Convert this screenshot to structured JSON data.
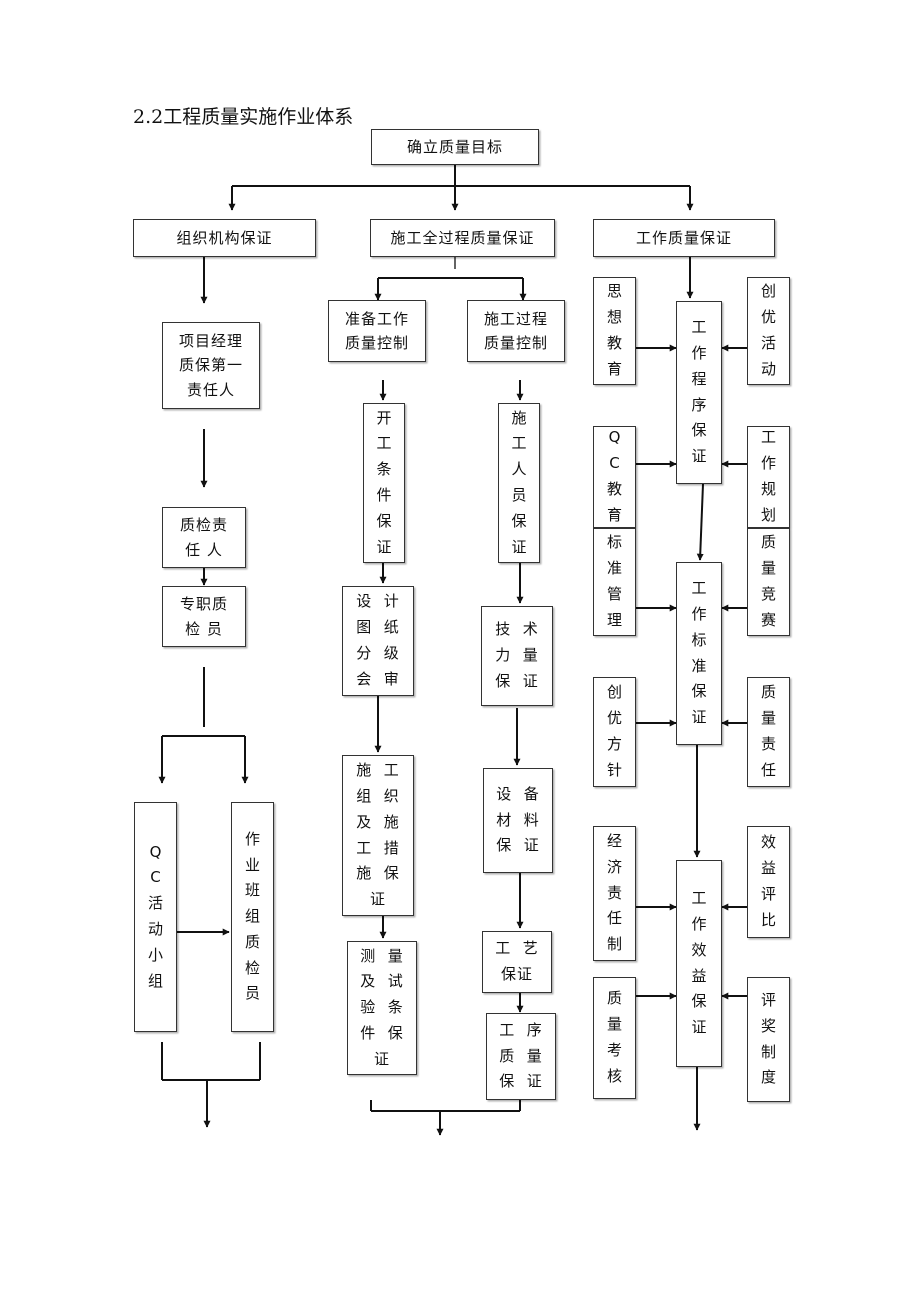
{
  "heading": "2.2工程质量实施作业体系",
  "nodes": {
    "root": "确立质量目标",
    "col1_head": "组织机构保证",
    "col2_head": "施工全过程质量保证",
    "col3_head": "工作质量保证",
    "project_manager": "项目经理\n质保第一\n责任人",
    "qc_responsible": "质检责\n任 人",
    "full_time_inspector": "专职质\n检 员",
    "qc_activity_group": "Q\nC\n活\n动\n小\n组",
    "team_inspector": "作\n业\n班\n组\n质\n检\n员",
    "prep_control": "准备工作\n质量控制",
    "process_control": "施工过程\n质量控制",
    "start_conditions": "开\n工\n条\n件\n保\n证",
    "drawing_review": "设  计\n图  纸\n分  级\n会  审",
    "construction_plan": "施  工\n组  织\n及  施\n工  措\n施  保\n证",
    "measurement_test": "测  量\n及  试\n验  条\n件  保\n证",
    "personnel": "施\n工\n人\n员\n保\n证",
    "technical_force": "技  术\n力  量\n保  证",
    "equipment_materials": "设  备\n材  料\n保  证",
    "craft": "工  艺\n保证",
    "procedure_quality": "工  序\n质  量\n保  证",
    "thought_education": "思\n想\n教\n育",
    "create_excellence_activity": "创\n优\n活\n动",
    "work_procedure": "工\n作\n程\n序\n保\n证",
    "qc_education": "Q\nC\n教\n育",
    "work_planning": "工\n作\n规\n划",
    "standard_management": "标\n准\n管\n理",
    "quality_competition": "质\n量\n竞\n赛",
    "work_standard": "工\n作\n标\n准\n保\n证",
    "create_excellence_policy": "创\n优\n方\n针",
    "quality_responsibility": "质\n量\n责\n任",
    "economic_responsibility": "经\n济\n责\n任\n制",
    "benefit_evaluation": "效\n益\n评\n比",
    "work_benefit": "工\n作\n效\n益\n保\n证",
    "quality_assessment": "质\n量\n考\n核",
    "award_system": "评\n奖\n制\n度"
  }
}
